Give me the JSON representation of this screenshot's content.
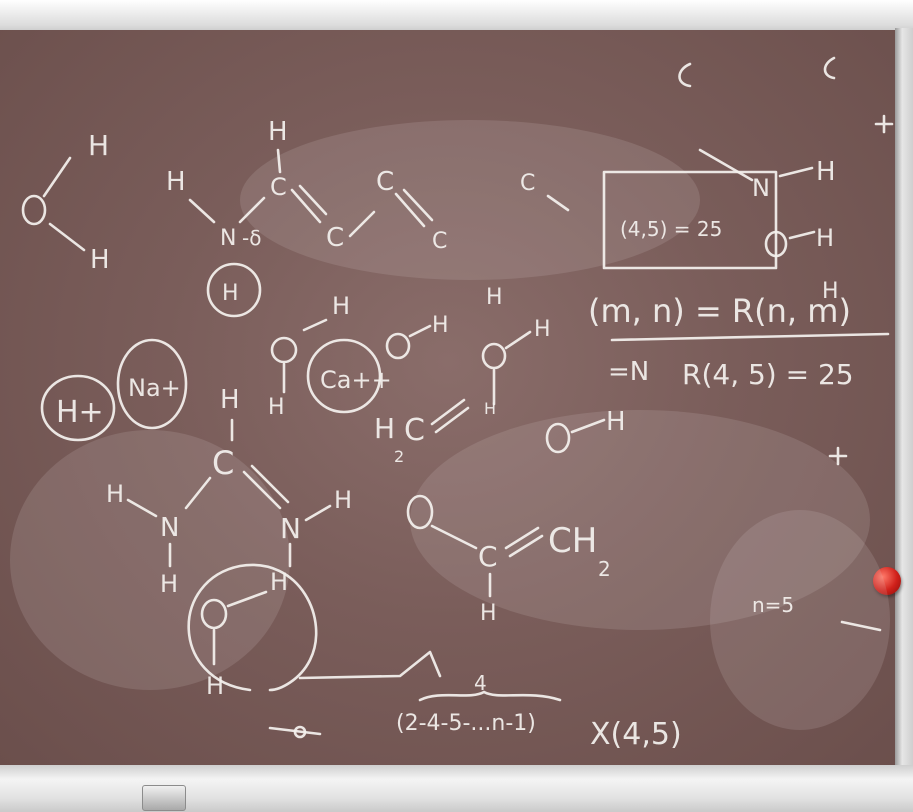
{
  "chalkboard": {
    "formula_ramsey": "(m, n) = R(n, m)",
    "formula_value": "R(4, 5) = 25",
    "formula_top": "(4,5) = 25",
    "equals_mark": "=N",
    "sequence": "(2-4-5-...n-1)",
    "brace_label": "4",
    "chi": "X(4,5)",
    "n5": "n=5",
    "ions": {
      "hydrogen": "H+",
      "sodium": "Na+",
      "calcium": "Ca++"
    },
    "atoms": {
      "O": "O",
      "H": "H",
      "N": "N",
      "C": "C",
      "CH2": "CH",
      "H2C": "H",
      "sub2": "2",
      "delta": "-δ"
    }
  },
  "colors": {
    "board": "#7a5d5a",
    "chalk": "#f4f1ee",
    "frame": "#dcdcdc",
    "magnet": "#d0201a"
  }
}
